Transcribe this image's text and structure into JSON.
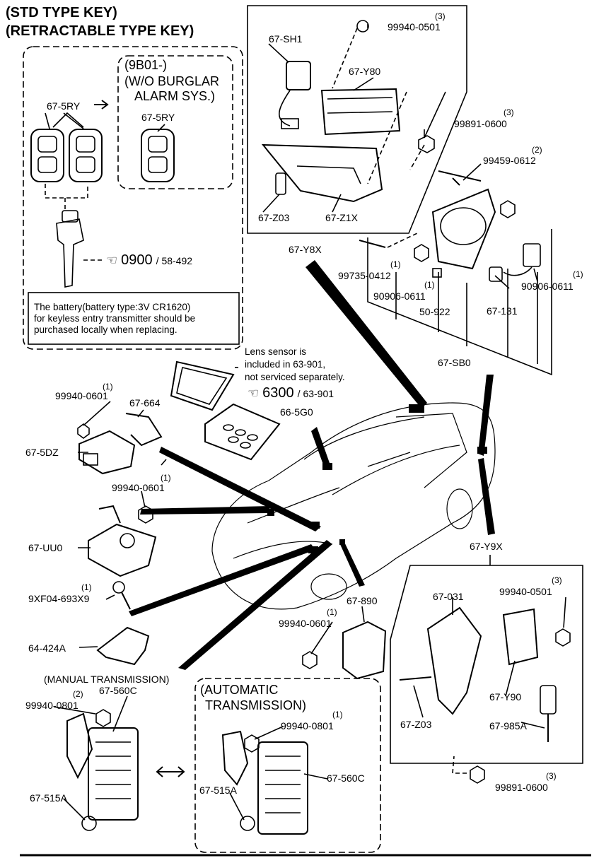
{
  "header": {
    "line1": "(STD TYPE KEY)",
    "line2": "(RETRACTABLE TYPE KEY)"
  },
  "burglar_variant": {
    "line1": "(9B01-)",
    "line2": "(W/O BURGLAR",
    "line3": "ALARM SYS.)"
  },
  "battery_note": {
    "line1": "The battery(battery type:3V CR1620)",
    "line2": "for keyless entry transmitter should be",
    "line3": "purchased locally when replacing."
  },
  "lens_note": {
    "line1": "Lens sensor is",
    "line2": "included in  63-901,",
    "line3": "not serviced separately."
  },
  "refs": {
    "key_ref_num": "0900",
    "key_ref_page": "/ 58-492",
    "lens_ref_num": "6300",
    "lens_ref_page": "/ 63-901"
  },
  "transmission": {
    "manual": "(MANUAL TRANSMISSION)",
    "auto_line1": "(AUTOMATIC",
    "auto_line2": "TRANSMISSION)"
  },
  "parts": {
    "p_67_5ry_a": "67-5RY",
    "p_67_5ry_b": "67-5RY",
    "p_67_sh1": "67-SH1",
    "p_99940_0501_top": "99940-0501",
    "p_67_y80": "67-Y80",
    "p_99891_0600_top": "99891-0600",
    "p_99459_0612": "99459-0612",
    "p_67_z03_top": "67-Z03",
    "p_67_z1x": "67-Z1X",
    "p_67_y8x": "67-Y8X",
    "p_99735_0412": "99735-0412",
    "p_90906_0611_a": "90906-0611",
    "p_90906_0611_b": "90906-0611",
    "p_50_922": "50-922",
    "p_67_131": "67-131",
    "p_67_sb0": "67-SB0",
    "p_99940_0601_a": "99940-0601",
    "p_67_664": "67-664",
    "p_66_5g0": "66-5G0",
    "p_67_5dz": "67-5DZ",
    "p_99940_0601_b": "99940-0601",
    "p_67_uu0": "67-UU0",
    "p_9xf04": "9XF04-693X9",
    "p_64_424a": "64-424A",
    "p_67_890": "67-890",
    "p_99940_0601_c": "99940-0601",
    "p_67_y9x": "67-Y9X",
    "p_67_031": "67-031",
    "p_99940_0501_b": "99940-0501",
    "p_67_z03_b": "67-Z03",
    "p_67_y90": "67-Y90",
    "p_67_985a": "67-985A",
    "p_99891_0600_b": "99891-0600",
    "p_99940_0801_a": "99940-0801",
    "p_67_560c_a": "67-560C",
    "p_67_515a_a": "67-515A",
    "p_99940_0801_b": "99940-0801",
    "p_67_560c_b": "67-560C",
    "p_67_515a_b": "67-515A"
  },
  "qty": {
    "q3": "(3)",
    "q2": "(2)",
    "q1": "(1)"
  }
}
